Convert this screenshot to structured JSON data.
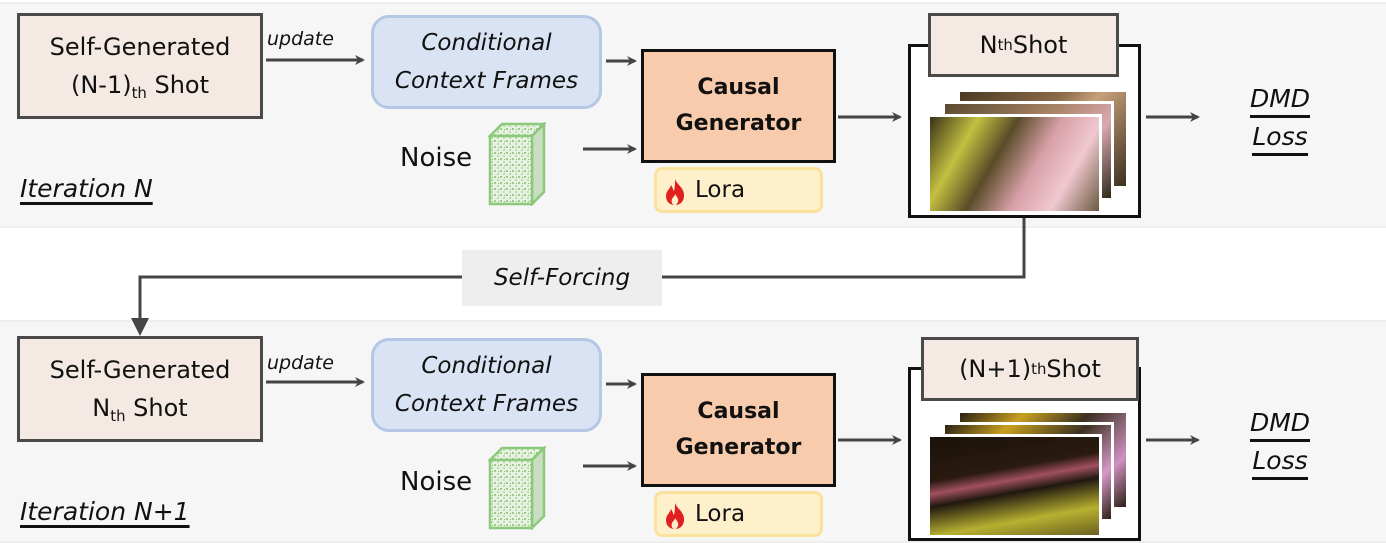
{
  "iterations": [
    {
      "label": "Iteration N",
      "self_generated": {
        "line1": "Self-Generated",
        "prefix": "(N-1)",
        "sub": "th",
        "suffix": " Shot"
      },
      "update_label": "update",
      "context": {
        "line1": "Conditional",
        "line2": "Context Frames"
      },
      "noise_label": "Noise",
      "generator": {
        "line1": "Causal",
        "line2": "Generator"
      },
      "lora_label": "Lora",
      "shot_title": {
        "prefix": "N",
        "sub": "th",
        "suffix": " Shot"
      },
      "loss": {
        "line1": "DMD",
        "line2": "Loss"
      }
    },
    {
      "label": "Iteration N+1",
      "self_generated": {
        "line1": "Self-Generated",
        "prefix": "N",
        "sub": "th",
        "suffix": " Shot"
      },
      "update_label": "update",
      "context": {
        "line1": "Conditional",
        "line2": "Context Frames"
      },
      "noise_label": "Noise",
      "generator": {
        "line1": "Causal",
        "line2": "Generator"
      },
      "lora_label": "Lora",
      "shot_title": {
        "prefix": "(N+1)",
        "sub": "th",
        "suffix": " Shot"
      },
      "loss": {
        "line1": "DMD",
        "line2": "Loss"
      }
    }
  ],
  "self_forcing_label": "Self-Forcing",
  "icons": {
    "noise": "noise-cube-icon",
    "lora": "fire-icon",
    "frames": "video-frame-stack"
  },
  "colors": {
    "panel_bg": "#f6f6f6",
    "shot_box": "#f4e9e3",
    "context_box": "#d9e3f3",
    "generator_box": "#f7cbab",
    "lora_box": "#fff0cc",
    "noise_green": "#8cc97a",
    "fire_red": "#e02020",
    "arrow": "#444444"
  }
}
